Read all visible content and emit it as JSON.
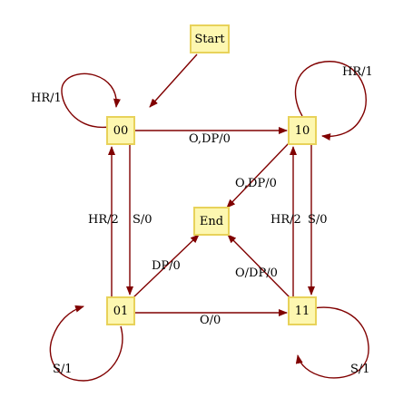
{
  "diagram": {
    "nodes": {
      "start": "Start",
      "s00": "00",
      "s10": "10",
      "end": "End",
      "s01": "01",
      "s11": "11"
    },
    "edges": {
      "loop_00": "HR/1",
      "loop_10": "HR/1",
      "loop_01": "S/1",
      "loop_11": "S/1",
      "e00_10": "O,DP/0",
      "e10_end": "O,DP/0",
      "e01_00": "HR/2",
      "e00_01": "S/0",
      "e11_10": "HR/2",
      "e10_11": "S/0",
      "e01_end": "DP/0",
      "e11_end": "O/DP/0",
      "e01_11": "O/0"
    },
    "colors": {
      "edge": "#800000",
      "node_fill": "#fdf7b0",
      "node_border": "#e8d25a"
    }
  }
}
